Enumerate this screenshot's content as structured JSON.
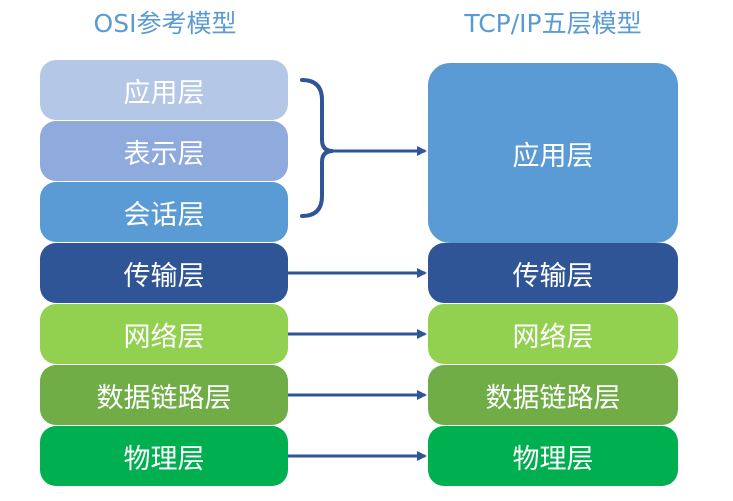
{
  "titles": {
    "osi": "OSI参考模型",
    "tcpip": "TCP/IP五层模型"
  },
  "osi_layers": [
    {
      "label": "应用层",
      "color": "#b4c7e7"
    },
    {
      "label": "表示层",
      "color": "#8faadc"
    },
    {
      "label": "会话层",
      "color": "#5b9bd5"
    },
    {
      "label": "传输层",
      "color": "#2f5597"
    },
    {
      "label": "网络层",
      "color": "#92d050"
    },
    {
      "label": "数据链路层",
      "color": "#70ad47"
    },
    {
      "label": "物理层",
      "color": "#00b050"
    }
  ],
  "tcpip_layers": [
    {
      "label": "应用层",
      "color": "#5b9bd5"
    },
    {
      "label": "传输层",
      "color": "#2f5597"
    },
    {
      "label": "网络层",
      "color": "#92d050"
    },
    {
      "label": "数据链路层",
      "color": "#70ad47"
    },
    {
      "label": "物理层",
      "color": "#00b050"
    }
  ],
  "colors": {
    "title": "#5b9bd5",
    "arrow": "#2f5597"
  }
}
